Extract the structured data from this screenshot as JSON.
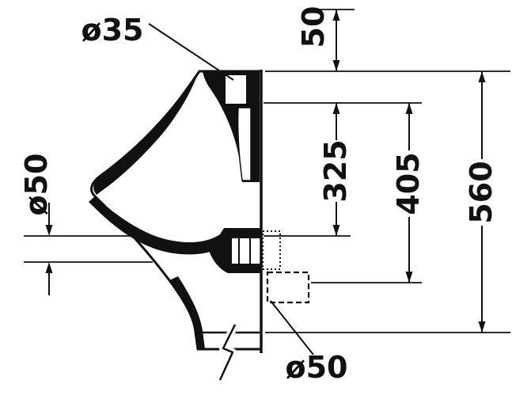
{
  "drawing": {
    "type": "technical-elevation-side-view",
    "background": "#ffffff",
    "line_color": "#111111"
  },
  "labels": {
    "inlet_diameter": "ø35",
    "top_offset": "50",
    "mid_height": "325",
    "outlet_drop": "405",
    "total_height": "560",
    "outlet_diameter_side": "ø50",
    "outlet_diameter_bottom": "ø50"
  }
}
